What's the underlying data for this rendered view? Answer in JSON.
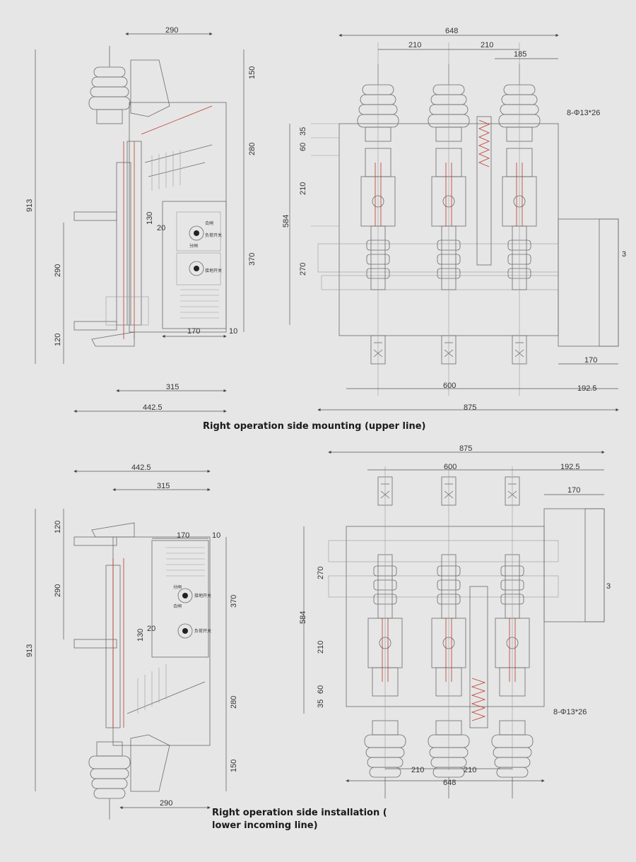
{
  "captions": {
    "upper": "Right operation side mounting (upper line)",
    "lower_line1": "Right operation side installation (",
    "lower_line2": "lower incoming line)"
  },
  "dims_top_side": {
    "w290": "290",
    "h150": "150",
    "h280": "280",
    "h913": "913",
    "h130": "130",
    "h20": "20",
    "h290": "290",
    "h370": "370",
    "h120": "120",
    "w170": "170",
    "w10": "10",
    "w315": "315",
    "w4425": "442.5"
  },
  "dims_top_front": {
    "w648": "648",
    "w210a": "210",
    "w210b": "210",
    "w185": "185",
    "hole": "8-Φ13*26",
    "h35": "35",
    "h60": "60",
    "h210": "210",
    "h584": "584",
    "h270": "270",
    "w3": "3",
    "w170": "170",
    "w600": "600",
    "w1925": "192.5",
    "w875": "875"
  },
  "dims_bot_side": {
    "w4425": "442.5",
    "w315": "315",
    "w170": "170",
    "w10": "10",
    "h120": "120",
    "h290": "290",
    "h370": "370",
    "h913": "913",
    "h130": "130",
    "h20": "20",
    "h280": "280",
    "h150": "150",
    "w290": "290"
  },
  "dims_bot_front": {
    "w875": "875",
    "w600": "600",
    "w1925": "192.5",
    "w170": "170",
    "h270": "270",
    "w3": "3",
    "h584": "584",
    "h210": "210",
    "h60": "60",
    "h35": "35",
    "hole": "8-Φ13*26",
    "w210a": "210",
    "w210b": "210",
    "w648": "648"
  },
  "panel_labels": {
    "top_close": "合闸",
    "top_load": "负荷开关",
    "top_open": "分闸",
    "top_earth": "接地开关",
    "bot_open": "分闸",
    "bot_earth": "接地开关",
    "bot_close": "合闸",
    "bot_load": "负荷开关"
  }
}
